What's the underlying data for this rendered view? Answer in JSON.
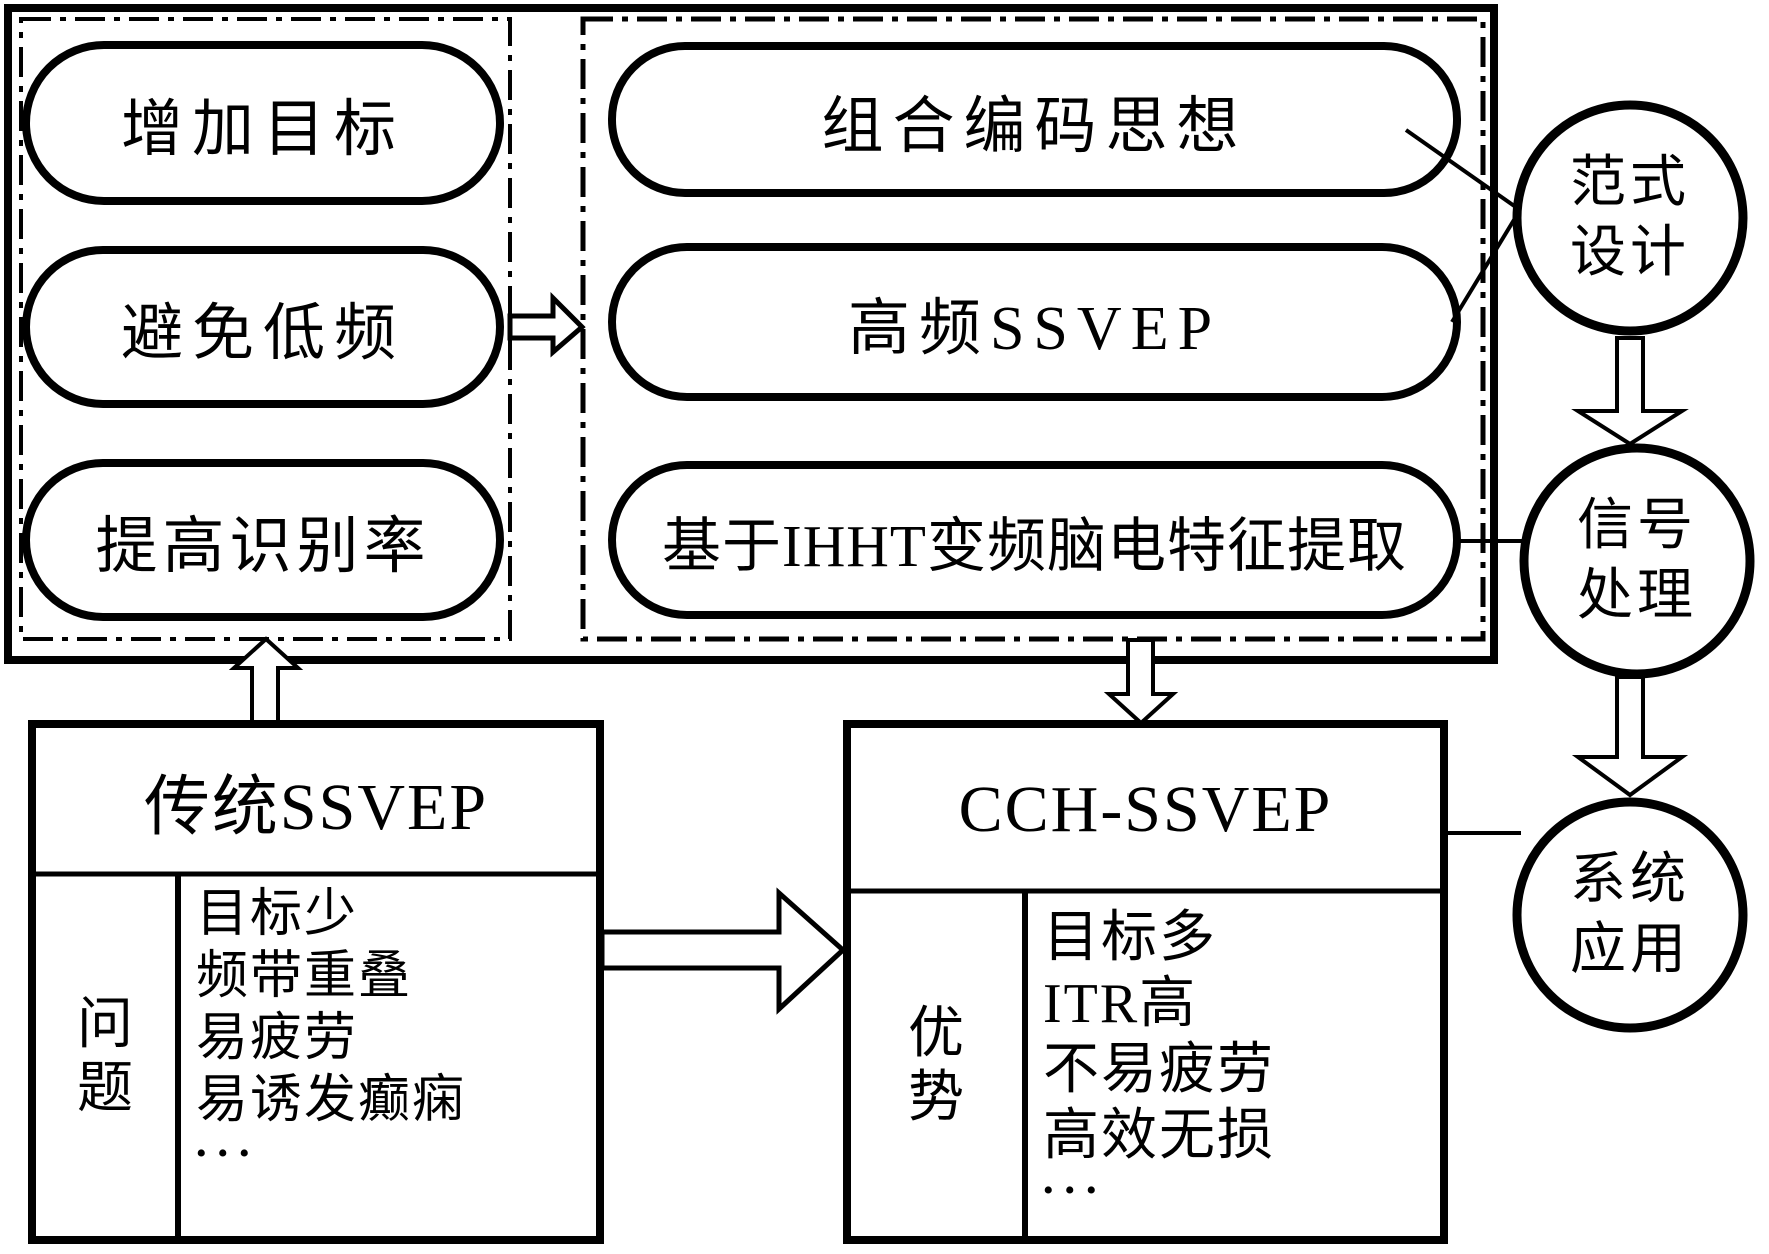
{
  "colors": {
    "ink": "#000000",
    "background": "#ffffff"
  },
  "top_panel": {
    "goals": [
      "增加目标",
      "避免低频",
      "提高识别率"
    ],
    "methods": [
      "组合编码思想",
      "高频SSVEP",
      "基于IHHT变频脑电特征提取"
    ]
  },
  "stage_circles": [
    {
      "line1": "范式",
      "line2": "设计"
    },
    {
      "line1": "信号",
      "line2": "处理"
    },
    {
      "line1": "系统",
      "line2": "应用"
    }
  ],
  "traditional_box": {
    "title": "传统SSVEP",
    "row_label_line1": "问",
    "row_label_line2": "题",
    "items": [
      "目标少",
      "频带重叠",
      "易疲劳",
      "易诱发癫痫"
    ],
    "ellipsis": "•••"
  },
  "cch_box": {
    "title": "CCH-SSVEP",
    "row_label_line1": "优",
    "row_label_line2": "势",
    "items": [
      "目标多",
      "ITR高",
      "不易疲劳",
      "高效无损"
    ],
    "ellipsis": "•••"
  }
}
